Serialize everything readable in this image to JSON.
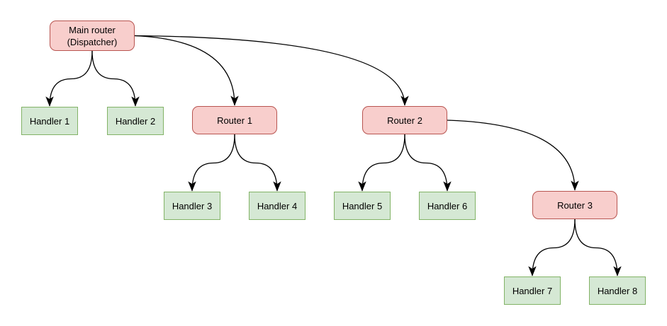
{
  "diagram": {
    "type": "tree-flowchart",
    "background_color": "#ffffff",
    "colors": {
      "router_fill": "#f8cecc",
      "router_border": "#b85450",
      "handler_fill": "#d5e8d4",
      "handler_border": "#82b366",
      "edge_stroke": "#000000",
      "text": "#000000"
    },
    "nodes": {
      "main_router": {
        "line1": "Main router",
        "line2": "(Dispatcher)",
        "shape": "rounded-rect",
        "role": "router"
      },
      "router_1": {
        "label": "Router 1",
        "shape": "rounded-rect",
        "role": "router"
      },
      "router_2": {
        "label": "Router 2",
        "shape": "rounded-rect",
        "role": "router"
      },
      "router_3": {
        "label": "Router 3",
        "shape": "rounded-rect",
        "role": "router"
      },
      "handler_1": {
        "label": "Handler 1",
        "shape": "rect",
        "role": "handler"
      },
      "handler_2": {
        "label": "Handler 2",
        "shape": "rect",
        "role": "handler"
      },
      "handler_3": {
        "label": "Handler 3",
        "shape": "rect",
        "role": "handler"
      },
      "handler_4": {
        "label": "Handler 4",
        "shape": "rect",
        "role": "handler"
      },
      "handler_5": {
        "label": "Handler 5",
        "shape": "rect",
        "role": "handler"
      },
      "handler_6": {
        "label": "Handler 6",
        "shape": "rect",
        "role": "handler"
      },
      "handler_7": {
        "label": "Handler 7",
        "shape": "rect",
        "role": "handler"
      },
      "handler_8": {
        "label": "Handler 8",
        "shape": "rect",
        "role": "handler"
      }
    },
    "edges": [
      {
        "from": "Main router (Dispatcher)",
        "to": "Handler 1",
        "arrow": "filled-triangle"
      },
      {
        "from": "Main router (Dispatcher)",
        "to": "Handler 2",
        "arrow": "filled-triangle"
      },
      {
        "from": "Main router (Dispatcher)",
        "to": "Router 1",
        "arrow": "filled-triangle"
      },
      {
        "from": "Main router (Dispatcher)",
        "to": "Router 2",
        "arrow": "filled-triangle"
      },
      {
        "from": "Router 1",
        "to": "Handler 3",
        "arrow": "filled-triangle"
      },
      {
        "from": "Router 1",
        "to": "Handler 4",
        "arrow": "filled-triangle"
      },
      {
        "from": "Router 2",
        "to": "Handler 5",
        "arrow": "filled-triangle"
      },
      {
        "from": "Router 2",
        "to": "Handler 6",
        "arrow": "filled-triangle"
      },
      {
        "from": "Router 2",
        "to": "Router 3",
        "arrow": "filled-triangle"
      },
      {
        "from": "Router 3",
        "to": "Handler 7",
        "arrow": "filled-triangle"
      },
      {
        "from": "Router 3",
        "to": "Handler 8",
        "arrow": "filled-triangle"
      }
    ]
  }
}
